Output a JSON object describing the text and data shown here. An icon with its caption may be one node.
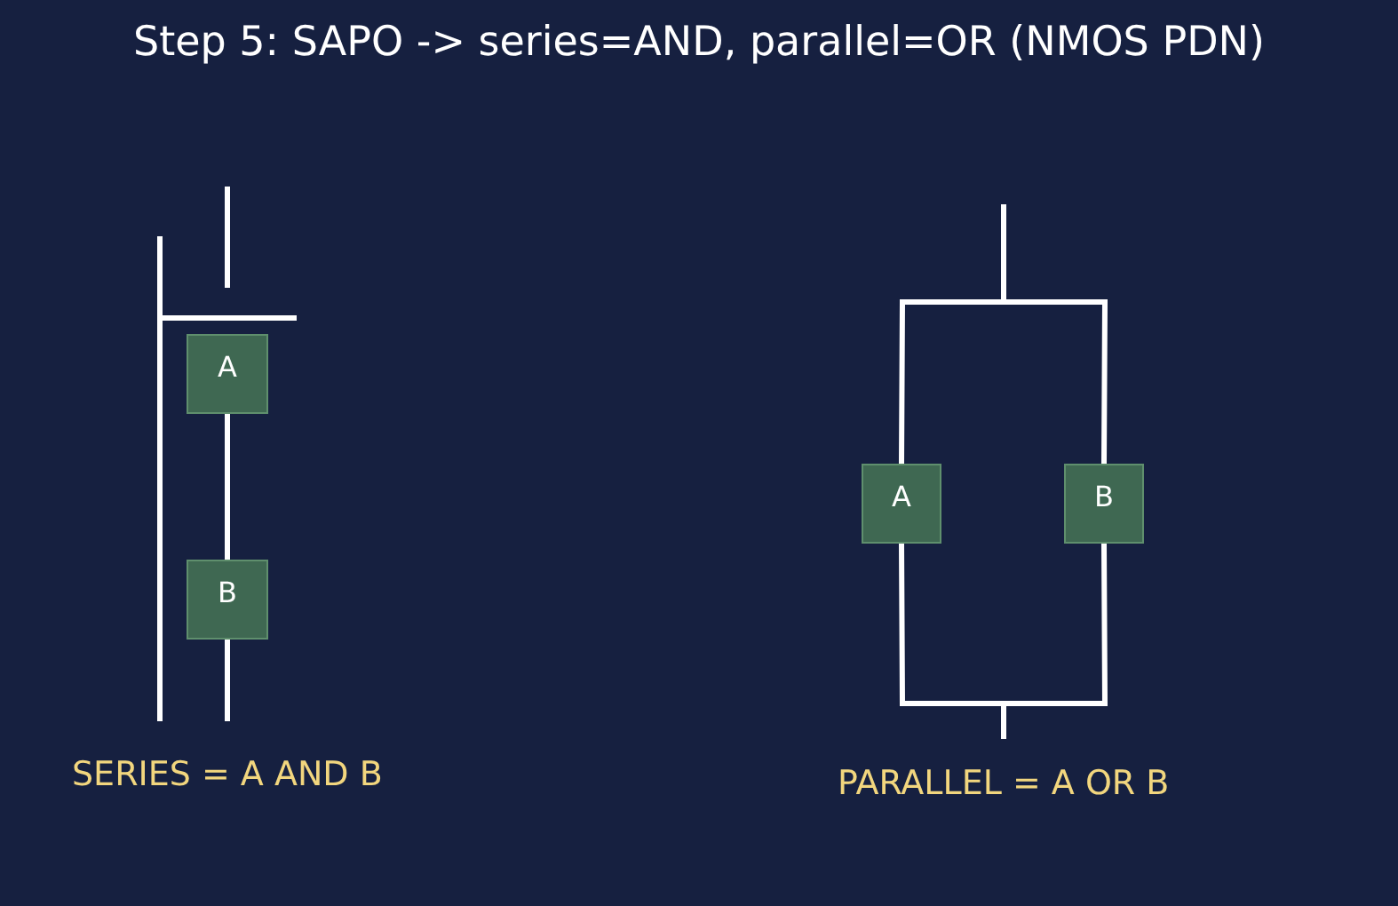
{
  "diagram": {
    "title": "Step 5: SAPO -> series=AND, parallel=OR (NMOS PDN)",
    "nodes": [
      {
        "text": [
          "A"
        ]
      },
      {
        "text": [
          "B"
        ]
      },
      {
        "text": [
          "A"
        ]
      },
      {
        "text": [
          "B"
        ]
      }
    ],
    "edges": [
      {
        "from": 0,
        "to": 1,
        "arrow": "none"
      },
      {
        "from": 1,
        "to": null,
        "arrow": "none"
      },
      {
        "from": null,
        "to": 2,
        "arrow": "none"
      },
      {
        "from": null,
        "to": 3,
        "arrow": "none"
      },
      {
        "from": 2,
        "to": null,
        "arrow": "none"
      },
      {
        "from": 3,
        "to": null,
        "arrow": "none"
      }
    ],
    "labels": [
      "SERIES = A AND B",
      "PARALLEL = A OR B"
    ]
  }
}
